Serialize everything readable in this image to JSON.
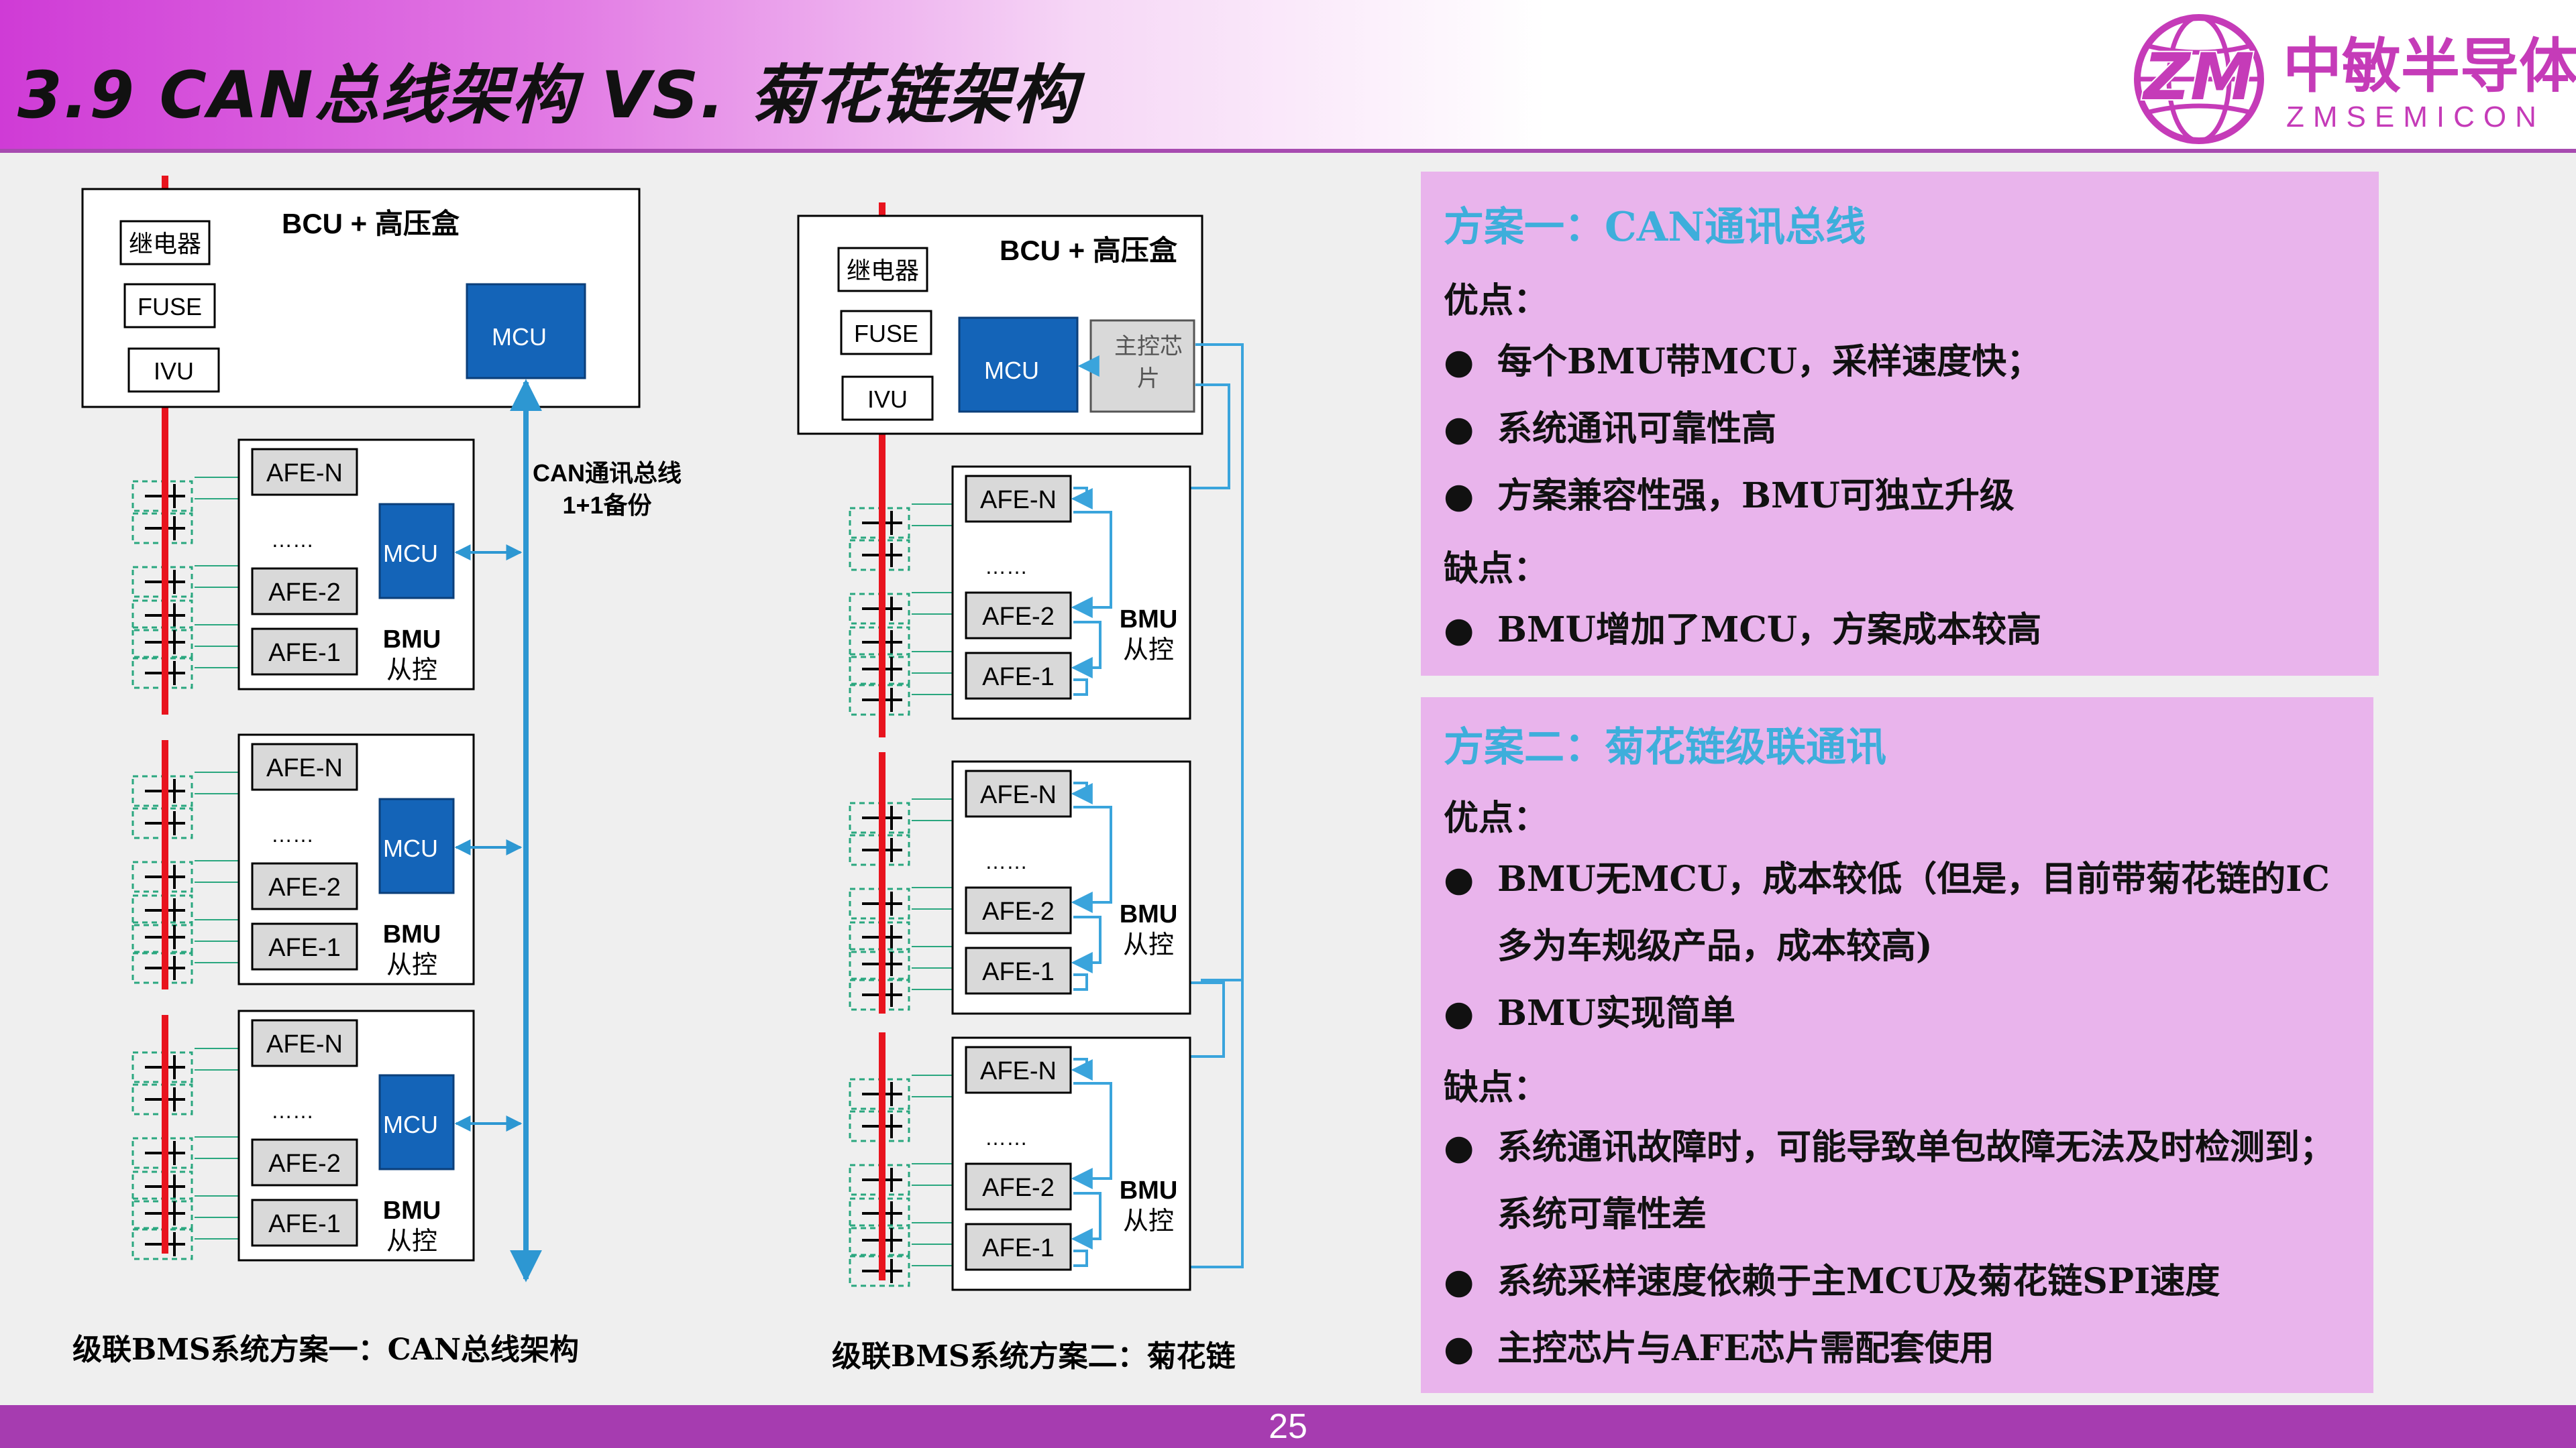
{
  "header": {
    "title": "3.9 CAN总线架构 VS. 菊花链架构",
    "logo_mark": "ZM",
    "logo_cn": "中敏半导体",
    "logo_en": "ZMSEMICON"
  },
  "diagram1": {
    "top_box_title": "BCU + 高压盒",
    "relay": "继电器",
    "fuse": "FUSE",
    "ivu": "IVU",
    "mcu": "MCU",
    "bus_label_1": "CAN通讯总线",
    "bus_label_2": "1+1备份",
    "modules": [
      {
        "afe_n": "AFE-N",
        "dots": "……",
        "afe_2": "AFE-2",
        "afe_1": "AFE-1",
        "mcu": "MCU",
        "bmu": "BMU",
        "slave": "从控"
      },
      {
        "afe_n": "AFE-N",
        "dots": "……",
        "afe_2": "AFE-2",
        "afe_1": "AFE-1",
        "mcu": "MCU",
        "bmu": "BMU",
        "slave": "从控"
      },
      {
        "afe_n": "AFE-N",
        "dots": "……",
        "afe_2": "AFE-2",
        "afe_1": "AFE-1",
        "mcu": "MCU",
        "bmu": "BMU",
        "slave": "从控"
      }
    ],
    "caption": "级联BMS系统方案一：CAN总线架构"
  },
  "diagram2": {
    "top_box_title": "BCU + 高压盒",
    "relay": "继电器",
    "fuse": "FUSE",
    "ivu": "IVU",
    "mcu": "MCU",
    "master_chip_1": "主控芯",
    "master_chip_2": "片",
    "modules": [
      {
        "afe_n": "AFE-N",
        "dots": "……",
        "afe_2": "AFE-2",
        "afe_1": "AFE-1",
        "bmu": "BMU",
        "slave": "从控"
      },
      {
        "afe_n": "AFE-N",
        "dots": "……",
        "afe_2": "AFE-2",
        "afe_1": "AFE-1",
        "bmu": "BMU",
        "slave": "从控"
      },
      {
        "afe_n": "AFE-N",
        "dots": "……",
        "afe_2": "AFE-2",
        "afe_1": "AFE-1",
        "bmu": "BMU",
        "slave": "从控"
      }
    ],
    "caption": "级联BMS系统方案二：菊花链"
  },
  "scheme1": {
    "title": "方案一：CAN通讯总线",
    "pros_label": "优点：",
    "pros": [
      "每个BMU带MCU，采样速度快；",
      "系统通讯可靠性高",
      "方案兼容性强，BMU可独立升级"
    ],
    "cons_label": "缺点：",
    "cons": [
      "BMU增加了MCU，方案成本较高"
    ]
  },
  "scheme2": {
    "title": "方案二：菊花链级联通讯",
    "pros_label": "优点：",
    "pros": [
      "BMU无MCU，成本较低（但是，目前带菊花链的IC多为车规级产品，成本较高)",
      "BMU实现简单"
    ],
    "cons_label": "缺点：",
    "cons": [
      "系统通讯故障时，可能导致单包故障无法及时检测到；系统可靠性差",
      "系统采样速度依赖于主MCU及菊花链SPI速度",
      "主控芯片与AFE芯片需配套使用"
    ]
  },
  "bullet": "●",
  "page_number": "25",
  "colors": {
    "accent_magenta": "#c53bb8",
    "footer_purple": "#a63cb0",
    "panel_pink": "#e9b4ec",
    "mcu_blue": "#1464b8",
    "bus_blue": "#2d97d2",
    "link_blue": "#3aa4dc",
    "cable_red": "#e8141e",
    "cell_green": "#2aa77f",
    "title_cyan": "#3eaedb"
  }
}
